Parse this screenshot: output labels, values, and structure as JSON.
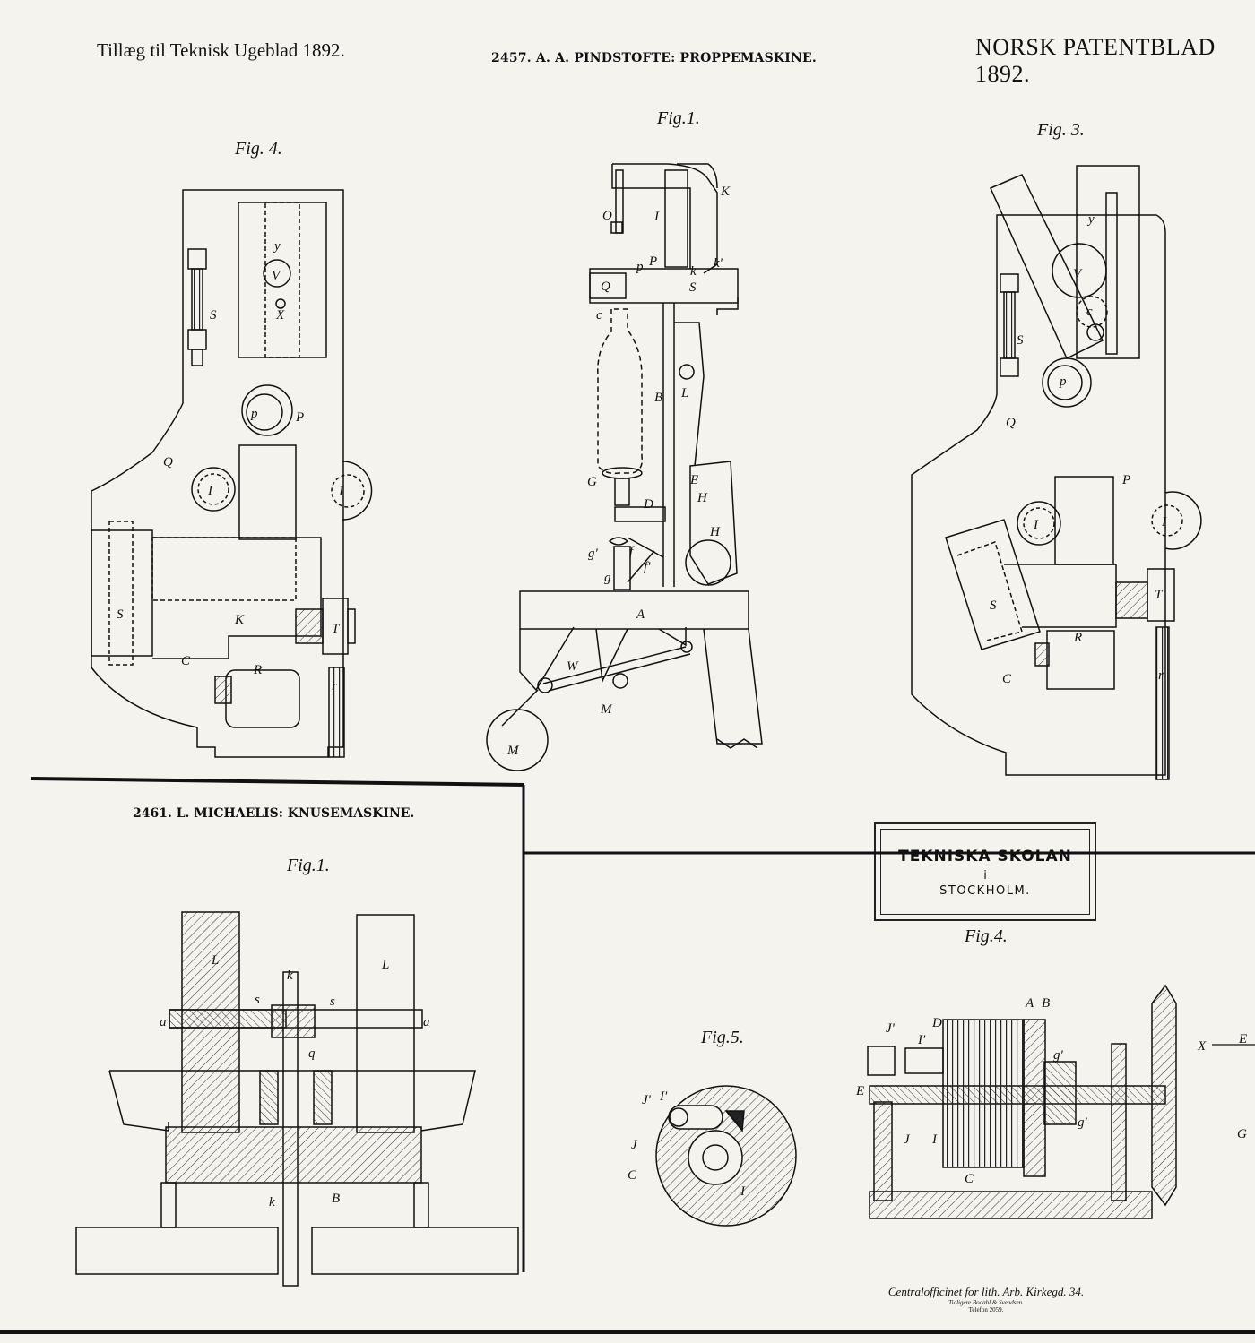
{
  "header": {
    "left": "Tillæg til Teknisk Ugeblad 1892.",
    "center": "2457.  A. A. PINDSTOFTE:  PROPPEMASKINE.",
    "right": "NORSK PATENTBLAD 1892."
  },
  "figures": {
    "fig1_top": "Fig.1.",
    "fig3_top": "Fig. 3.",
    "fig4_top": "Fig. 4.",
    "fig1_bottom": "Fig.1.",
    "fig5": "Fig.5.",
    "fig4_bottom": "Fig.4."
  },
  "section2_title": "2461.  L. MICHAELIS:  KNUSEMASKINE.",
  "stamp": {
    "line1": "TEKNISKA SKOLAN",
    "line2": "i",
    "line3": "STOCKHOLM."
  },
  "printer": {
    "line1": "Centralofficinet for lith. Arb. Kirkegd. 34.",
    "line2": "Tidligere Bodahl & Svendsen.",
    "line3": "Telefon 2059."
  },
  "labels": {
    "fig4_top": [
      "y",
      "V",
      "X",
      "S",
      "P",
      "p",
      "Q",
      "I",
      "I",
      "S",
      "K",
      "T",
      "C",
      "R",
      "r"
    ],
    "fig1_top": [
      "K",
      "O",
      "I",
      "P",
      "p",
      "k",
      "k'",
      "Q",
      "S",
      "c",
      "B",
      "L",
      "G",
      "D",
      "E",
      "H",
      "H",
      "g'",
      "f",
      "f'",
      "g",
      "A",
      "W",
      "M",
      "M"
    ],
    "fig3_top": [
      "y",
      "V",
      "c",
      "S",
      "p",
      "Q",
      "P",
      "I",
      "I",
      "S",
      "T",
      "R",
      "C",
      "r"
    ],
    "fig1_bottom": [
      "L",
      "L",
      "k",
      "a",
      "a",
      "s",
      "s",
      "q",
      "k",
      "B"
    ],
    "fig5": [
      "J'",
      "I'",
      "J",
      "C",
      "I"
    ],
    "fig4_bottom": [
      "A",
      "B",
      "J'",
      "D",
      "I'",
      "g'",
      "E",
      "g'",
      "J",
      "I",
      "C",
      "X",
      "E",
      "G"
    ]
  }
}
